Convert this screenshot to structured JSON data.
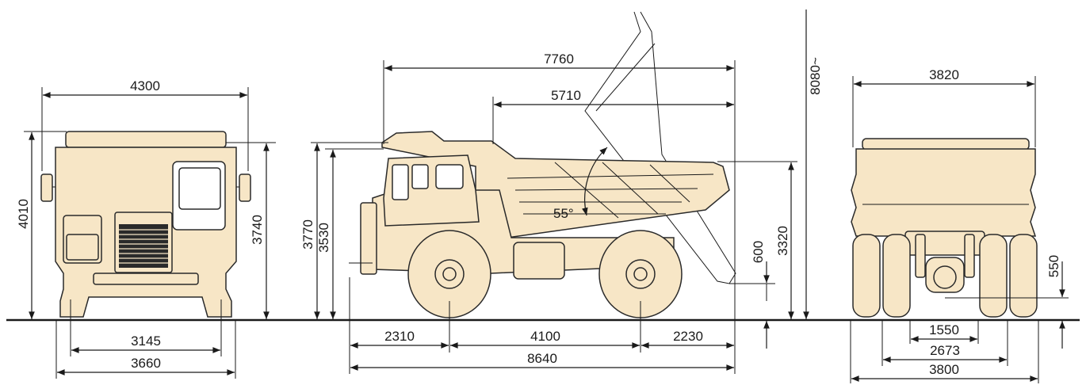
{
  "front_view": {
    "width": "4300",
    "height": "4010",
    "mirror_height": "3740",
    "track": "3145",
    "overall_width": "3660"
  },
  "side_view": {
    "length_body": "7760",
    "body_length": "5710",
    "tip_height": "8080~",
    "cab_height": "3770",
    "body_height": "3530",
    "dump_angle": "55°",
    "clearance": "600",
    "rear_height": "3320",
    "front_overhang": "2310",
    "wheelbase": "4100",
    "rear_overhang": "2230",
    "overall_length": "8640"
  },
  "rear_view": {
    "width": "3820",
    "axle_clearance": "550",
    "inner_track": "1550",
    "rear_track": "2673",
    "overall_width": "3800"
  },
  "colors": {
    "body_fill": "#f7e6c6",
    "outline": "#2a2a2a"
  }
}
